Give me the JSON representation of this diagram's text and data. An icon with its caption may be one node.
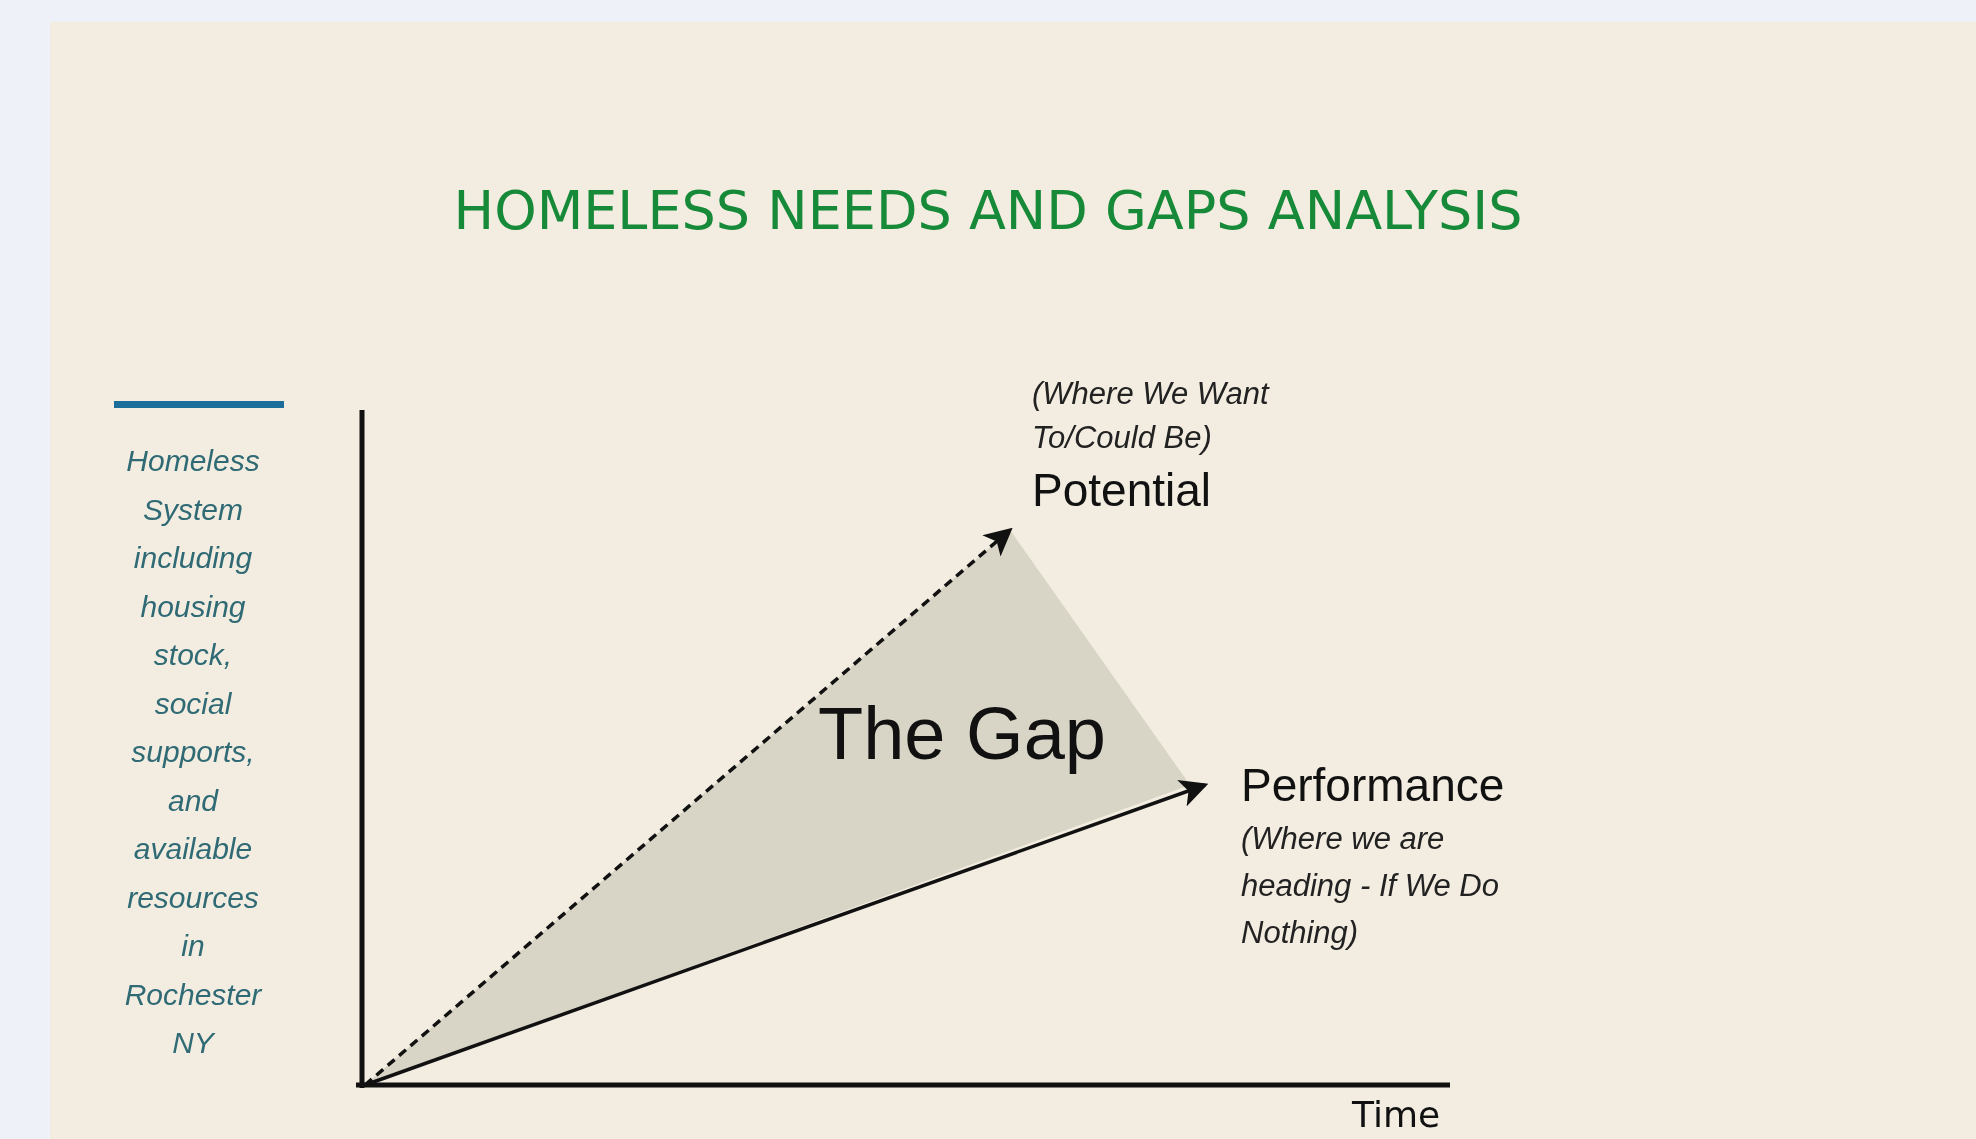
{
  "diagram": {
    "title": "HOMELESS NEEDS AND GAPS ANALYSIS",
    "nodes": [
      {
        "text": [
          "(Where We Want To/Could Be)",
          "Potential"
        ]
      },
      {
        "text": [
          "Performance",
          "(Where we are heading - If We Do Nothing)"
        ]
      }
    ],
    "edges": [
      {
        "from": null,
        "to": 0,
        "arrow": "to",
        "style": "dashed"
      },
      {
        "from": null,
        "to": 1,
        "arrow": "to"
      }
    ],
    "labels": [
      "Homeless System including housing stock, social supports, and available resources in Rochester NY",
      "The Gap",
      "Time"
    ]
  }
}
